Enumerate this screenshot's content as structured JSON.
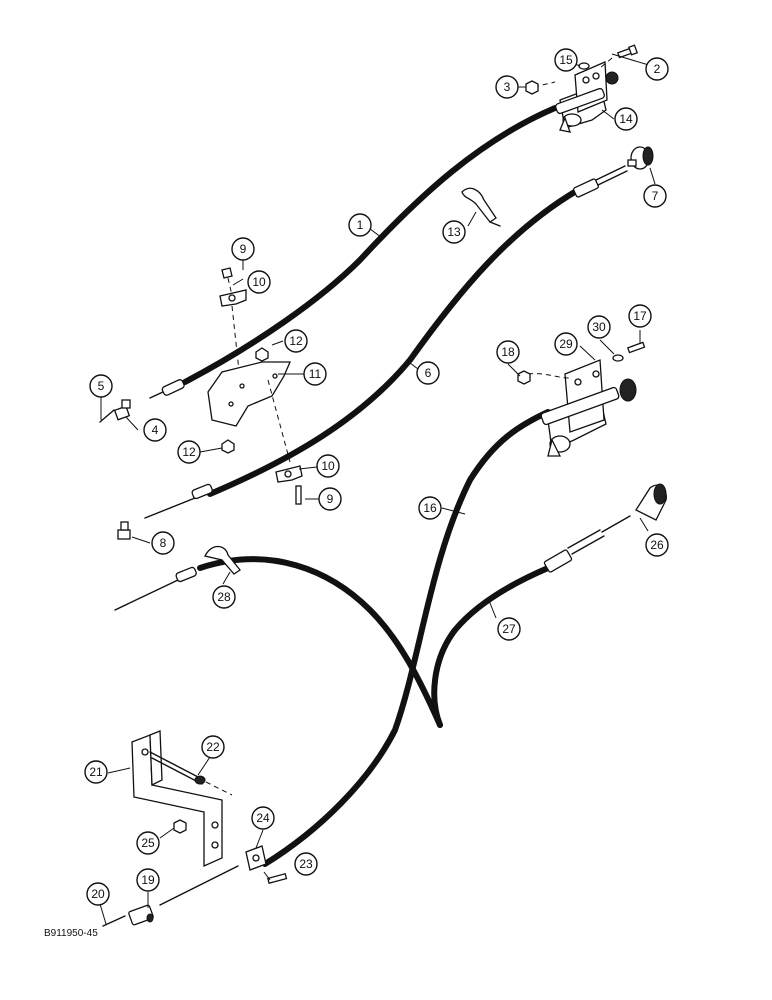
{
  "document_id": "B911950-45",
  "callouts": [
    {
      "n": "1"
    },
    {
      "n": "2"
    },
    {
      "n": "3"
    },
    {
      "n": "4"
    },
    {
      "n": "5"
    },
    {
      "n": "6"
    },
    {
      "n": "7"
    },
    {
      "n": "8"
    },
    {
      "n": "9"
    },
    {
      "n": "9"
    },
    {
      "n": "10"
    },
    {
      "n": "10"
    },
    {
      "n": "11"
    },
    {
      "n": "12"
    },
    {
      "n": "12"
    },
    {
      "n": "13"
    },
    {
      "n": "14"
    },
    {
      "n": "15"
    },
    {
      "n": "16"
    },
    {
      "n": "17"
    },
    {
      "n": "18"
    },
    {
      "n": "19"
    },
    {
      "n": "20"
    },
    {
      "n": "21"
    },
    {
      "n": "22"
    },
    {
      "n": "23"
    },
    {
      "n": "24"
    },
    {
      "n": "25"
    },
    {
      "n": "26"
    },
    {
      "n": "27"
    },
    {
      "n": "28"
    },
    {
      "n": "29"
    },
    {
      "n": "30"
    }
  ]
}
